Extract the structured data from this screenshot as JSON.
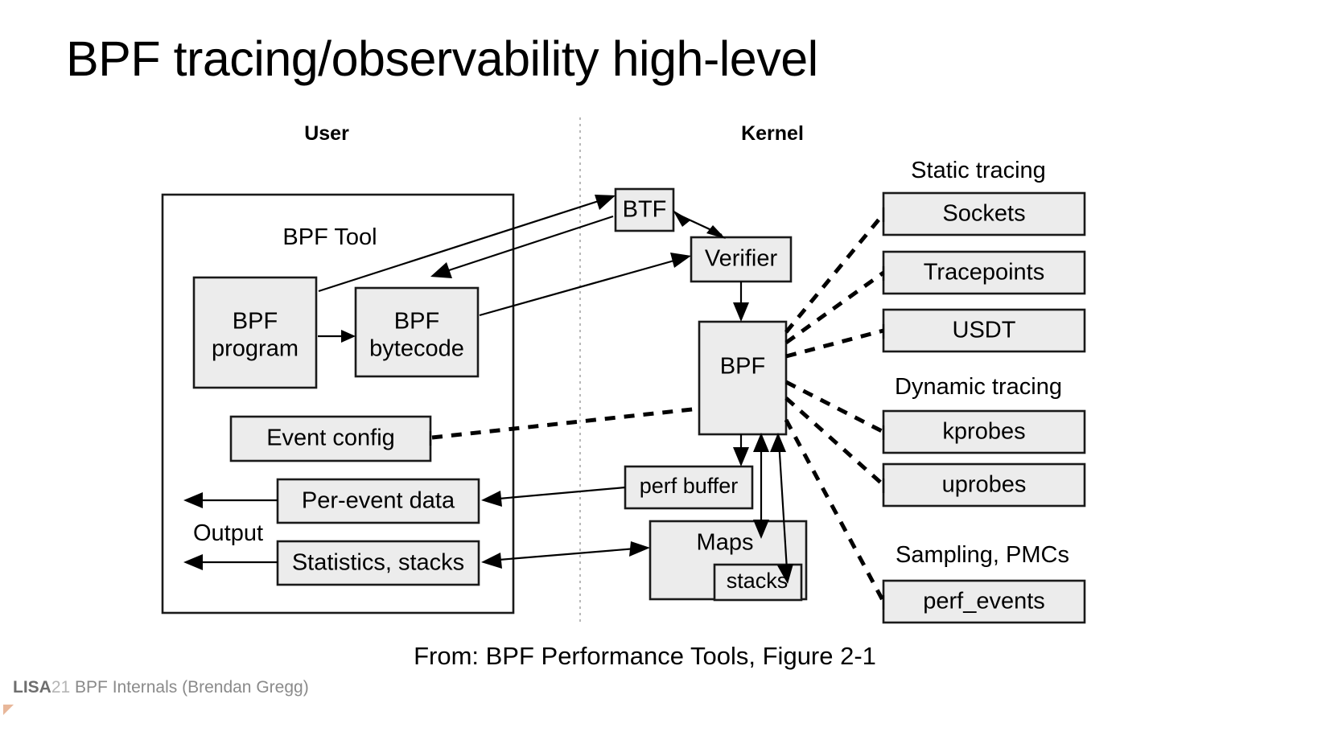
{
  "slide": {
    "title": "BPF tracing/observability high-level",
    "caption": "From: BPF Performance Tools, Figure 2-1",
    "footer": {
      "brand": "LISA",
      "year": "21",
      "subtitle": "BPF Internals (Brendan Gregg)"
    }
  },
  "colors": {
    "box_fill": "#ececec",
    "box_stroke": "#1a1a1a",
    "text": "#000000",
    "footer_gray": "#7f7f7f",
    "divider": "#9a9a9a",
    "corner_mark": "#e8b79a"
  },
  "diagram": {
    "columns": [
      {
        "name": "user",
        "label": "User"
      },
      {
        "name": "kernel",
        "label": "Kernel"
      }
    ],
    "user": {
      "container_label": "BPF Tool",
      "output_label": "Output",
      "boxes": [
        {
          "name": "bpf-program",
          "label_line1": "BPF",
          "label_line2": "program"
        },
        {
          "name": "bpf-bytecode",
          "label_line1": "BPF",
          "label_line2": "bytecode"
        },
        {
          "name": "event-config",
          "label": "Event config"
        },
        {
          "name": "per-event-data",
          "label": "Per-event data"
        },
        {
          "name": "statistics-stacks",
          "label": "Statistics, stacks"
        }
      ]
    },
    "kernel": {
      "boxes": [
        {
          "name": "btf",
          "label": "BTF"
        },
        {
          "name": "verifier",
          "label": "Verifier"
        },
        {
          "name": "bpf",
          "label": "BPF"
        },
        {
          "name": "perf-buffer",
          "label": "perf buffer"
        },
        {
          "name": "maps",
          "label": "Maps"
        },
        {
          "name": "stacks",
          "label": "stacks"
        }
      ]
    },
    "event_sources": [
      {
        "group": "static-tracing",
        "group_label": "Static tracing",
        "items": [
          {
            "name": "sockets",
            "label": "Sockets"
          },
          {
            "name": "tracepoints",
            "label": "Tracepoints"
          },
          {
            "name": "usdt",
            "label": "USDT"
          }
        ]
      },
      {
        "group": "dynamic-tracing",
        "group_label": "Dynamic tracing",
        "items": [
          {
            "name": "kprobes",
            "label": "kprobes"
          },
          {
            "name": "uprobes",
            "label": "uprobes"
          }
        ]
      },
      {
        "group": "sampling-pmcs",
        "group_label": "Sampling, PMCs",
        "items": [
          {
            "name": "perf-events",
            "label": "perf_events"
          }
        ]
      }
    ]
  }
}
